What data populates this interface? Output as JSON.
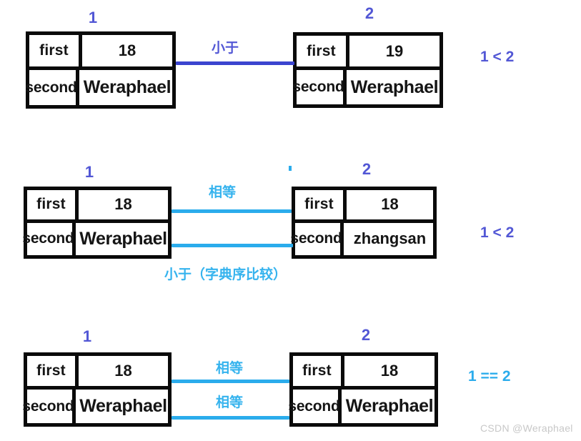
{
  "diagram": {
    "title_watermark": "CSDN @Weraphael",
    "colors": {
      "indigo": "#5257d5",
      "cyan": "#2bacec",
      "box_border": "#0a0a0a",
      "watermark": "#c8c8c8"
    },
    "key_labels": {
      "first": "first",
      "second": "second"
    },
    "rows": [
      {
        "index_left": "1",
        "index_right": "2",
        "left_pair": {
          "first": "18",
          "second": "Weraphael"
        },
        "right_pair": {
          "first": "19",
          "second": "Weraphael"
        },
        "edges": [
          {
            "label": "小于",
            "color": "indigo"
          }
        ],
        "result": "1 < 2",
        "result_color": "indigo"
      },
      {
        "index_left": "1",
        "index_right": "2",
        "left_pair": {
          "first": "18",
          "second": "Weraphael"
        },
        "right_pair": {
          "first": "18",
          "second": "zhangsan"
        },
        "edges": [
          {
            "label": "相等",
            "color": "cyan"
          },
          {
            "label": "小于（字典序比较）",
            "color": "cyan"
          }
        ],
        "result": "1 < 2",
        "result_color": "indigo"
      },
      {
        "index_left": "1",
        "index_right": "2",
        "left_pair": {
          "first": "18",
          "second": "Weraphael"
        },
        "right_pair": {
          "first": "18",
          "second": "Weraphael"
        },
        "edges": [
          {
            "label": "相等",
            "color": "cyan"
          },
          {
            "label": "相等",
            "color": "cyan"
          }
        ],
        "result": "1 == 2",
        "result_color": "cyan"
      }
    ]
  }
}
